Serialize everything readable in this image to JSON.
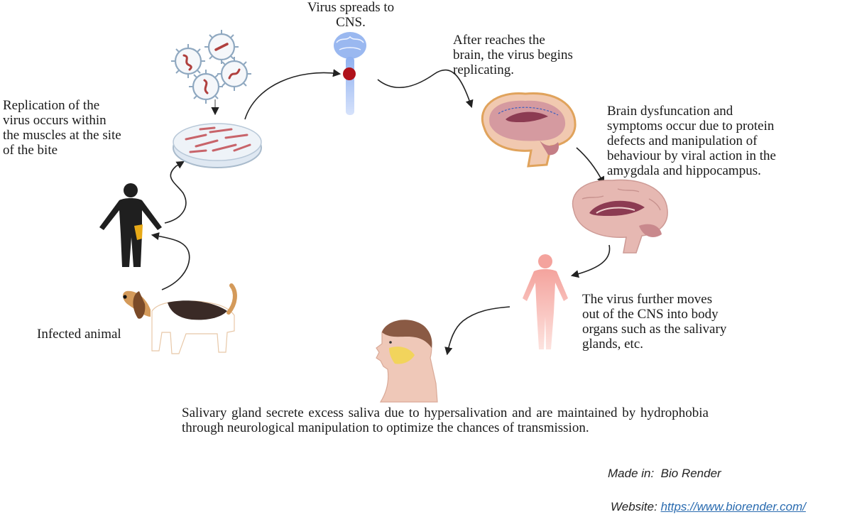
{
  "captions": {
    "virus_spreads": "Virus spreads to\nCNS.",
    "replication": "Replication of the\nvirus occurs within\nthe muscles at the site\nof the bite",
    "after_reaches": "After reaches the\nbrain, the virus begins\nreplicating.",
    "brain_dysfunction": "Brain dysfuncation and\nsymptoms occur due to protein\ndefects and manipulation of\nbehaviour by viral action in the\namygdala and hippocampus.",
    "virus_moves": "The virus further moves\nout of the CNS into body\norgans such as the salivary\nglands, etc.",
    "infected_animal": "Infected animal",
    "salivary": "Salivary gland secrete excess saliva due to hypersalivation and are maintained by hydrophobia through neurological manipulation to optimize the chances of transmission."
  },
  "credits": {
    "made_in_label": "Made in:",
    "made_in_value": "Bio Render",
    "website_label": "Website:",
    "website_url": "https://www.biorender.com/"
  },
  "colors": {
    "text": "#1a1a1a",
    "arrow": "#222222",
    "virus_outline": "#8fa8c0",
    "virus_rna": "#b0403e",
    "spinal_cord": "#9ab8f0",
    "infection_site": "#b0121b",
    "bite_site": "#e7a917",
    "brain_pink": "#e6b8b2",
    "brain_dark": "#8c3b52",
    "body_pink": "#f19a95",
    "link": "#2b6cb0"
  },
  "icons": [
    "virus-icon",
    "petri-dish-icon",
    "spinal-cord-icon",
    "brain-sagittal-icon",
    "brain-lateral-icon",
    "human-body-icon",
    "infected-person-icon",
    "human-head-icon",
    "dog-icon"
  ]
}
